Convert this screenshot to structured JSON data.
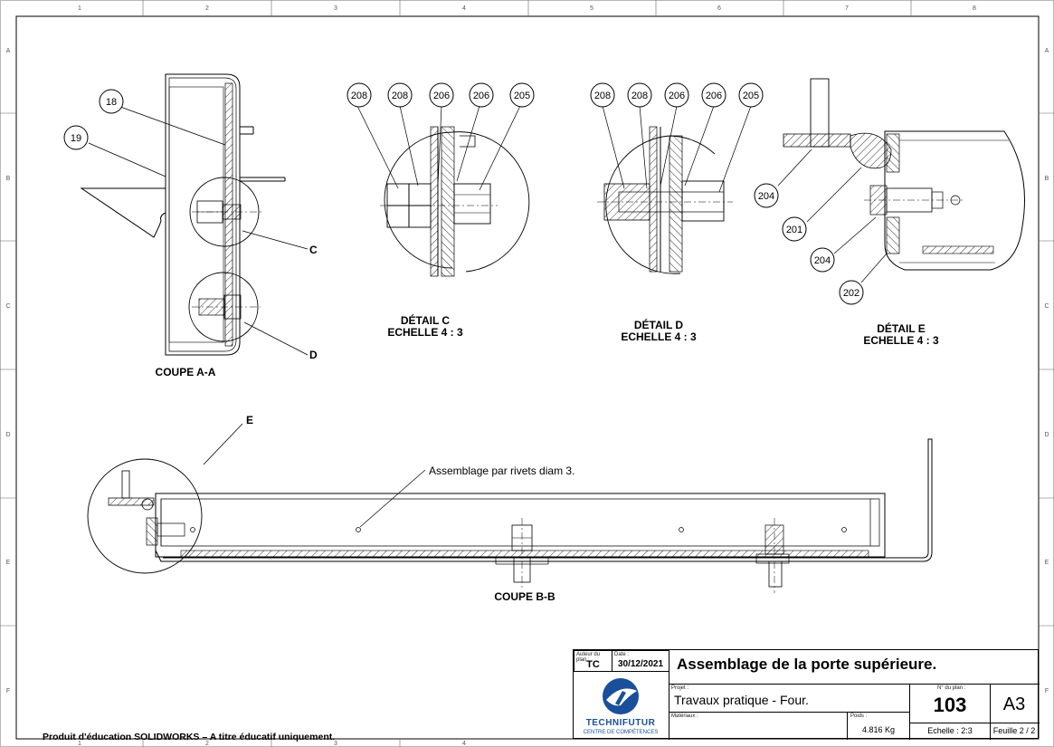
{
  "border": {
    "columns": [
      "1",
      "2",
      "3",
      "4",
      "5",
      "6",
      "7",
      "8"
    ],
    "rows": [
      "A",
      "B",
      "C",
      "D",
      "E",
      "F"
    ]
  },
  "views": {
    "coupe_aa": {
      "label": "COUPE A-A",
      "balloons": [
        "18",
        "19"
      ],
      "detail_refs": [
        "C",
        "D"
      ]
    },
    "detail_c": {
      "title": "DÉTAIL C",
      "scale": "ECHELLE 4 : 3",
      "balloons": [
        "208",
        "208",
        "206",
        "206",
        "205"
      ]
    },
    "detail_d": {
      "title": "DÉTAIL D",
      "scale": "ECHELLE 4 : 3",
      "balloons": [
        "208",
        "208",
        "206",
        "206",
        "205"
      ]
    },
    "detail_e": {
      "title": "DÉTAIL E",
      "scale": "ECHELLE 4 : 3",
      "balloons": [
        "204",
        "201",
        "204",
        "202"
      ]
    },
    "coupe_bb": {
      "label": "COUPE B-B",
      "detail_ref": "E",
      "note": "Assemblage par rivets diam 3."
    }
  },
  "title_block": {
    "author_label": "Auteur du plan :",
    "author": "TC",
    "date_label": "Date :",
    "date": "30/12/2021",
    "title": "Assemblage de la porte supérieure.",
    "project_label": "Projet :",
    "project": "Travaux pratique - Four.",
    "material_label": "Matériaux :",
    "weight_label": "Poids :",
    "weight": "4.816 Kg",
    "plan_no_label": "N° du plan :",
    "plan_no": "103",
    "format": "A3",
    "scale": "Echelle : 2:3",
    "sheet": "Feuille 2 / 2",
    "logo_text": "TECHNIFUTUR",
    "logo_sub": "CENTRE DE COMPÉTENCES",
    "brand_color": "#1a4f9c"
  },
  "watermark": "Produit d'éducation SOLIDWORKS – A titre éducatif uniquement."
}
